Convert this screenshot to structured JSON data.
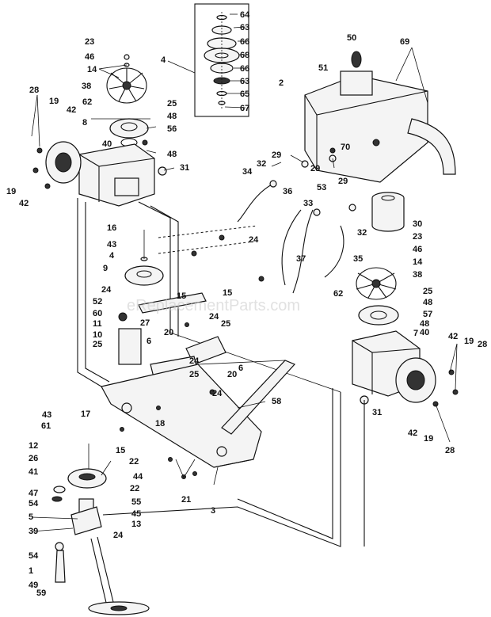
{
  "watermark": "eReplacementParts.com",
  "callouts": [
    {
      "id": "c-64",
      "label": "64"
    },
    {
      "id": "c-63a",
      "label": "63"
    },
    {
      "id": "c-66a",
      "label": "66"
    },
    {
      "id": "c-68",
      "label": "68"
    },
    {
      "id": "c-66b",
      "label": "66"
    },
    {
      "id": "c-63b",
      "label": "63"
    },
    {
      "id": "c-65",
      "label": "65"
    },
    {
      "id": "c-67",
      "label": "67"
    },
    {
      "id": "c-4a",
      "label": "4"
    },
    {
      "id": "c-23a",
      "label": "23"
    },
    {
      "id": "c-46a",
      "label": "46"
    },
    {
      "id": "c-14a",
      "label": "14"
    },
    {
      "id": "c-38a",
      "label": "38"
    },
    {
      "id": "c-28a",
      "label": "28"
    },
    {
      "id": "c-19a",
      "label": "19"
    },
    {
      "id": "c-42a",
      "label": "42"
    },
    {
      "id": "c-62a",
      "label": "62"
    },
    {
      "id": "c-8",
      "label": "8"
    },
    {
      "id": "c-25a",
      "label": "25"
    },
    {
      "id": "c-48a",
      "label": "48"
    },
    {
      "id": "c-56",
      "label": "56"
    },
    {
      "id": "c-40a",
      "label": "40"
    },
    {
      "id": "c-48b",
      "label": "48"
    },
    {
      "id": "c-31a",
      "label": "31"
    },
    {
      "id": "c-19b",
      "label": "19"
    },
    {
      "id": "c-42b",
      "label": "42"
    },
    {
      "id": "c-50",
      "label": "50"
    },
    {
      "id": "c-69",
      "label": "69"
    },
    {
      "id": "c-51",
      "label": "51"
    },
    {
      "id": "c-2",
      "label": "2"
    },
    {
      "id": "c-70",
      "label": "70"
    },
    {
      "id": "c-29a",
      "label": "29"
    },
    {
      "id": "c-32a",
      "label": "32"
    },
    {
      "id": "c-29b",
      "label": "29"
    },
    {
      "id": "c-34",
      "label": "34"
    },
    {
      "id": "c-53",
      "label": "53"
    },
    {
      "id": "c-29c",
      "label": "29"
    },
    {
      "id": "c-36",
      "label": "36"
    },
    {
      "id": "c-33",
      "label": "33"
    },
    {
      "id": "c-30",
      "label": "30"
    },
    {
      "id": "c-32b",
      "label": "32"
    },
    {
      "id": "c-23b",
      "label": "23"
    },
    {
      "id": "c-46b",
      "label": "46"
    },
    {
      "id": "c-14b",
      "label": "14"
    },
    {
      "id": "c-38b",
      "label": "38"
    },
    {
      "id": "c-16",
      "label": "16"
    },
    {
      "id": "c-43a",
      "label": "43"
    },
    {
      "id": "c-4b",
      "label": "4"
    },
    {
      "id": "c-9",
      "label": "9"
    },
    {
      "id": "c-24a",
      "label": "24"
    },
    {
      "id": "c-37",
      "label": "37"
    },
    {
      "id": "c-35",
      "label": "35"
    },
    {
      "id": "c-15a",
      "label": "15"
    },
    {
      "id": "c-15b",
      "label": "15"
    },
    {
      "id": "c-24b",
      "label": "24"
    },
    {
      "id": "c-52",
      "label": "52"
    },
    {
      "id": "c-60",
      "label": "60"
    },
    {
      "id": "c-11",
      "label": "11"
    },
    {
      "id": "c-27",
      "label": "27"
    },
    {
      "id": "c-10",
      "label": "10"
    },
    {
      "id": "c-25b",
      "label": "25"
    },
    {
      "id": "c-20a",
      "label": "20"
    },
    {
      "id": "c-24c",
      "label": "24"
    },
    {
      "id": "c-25c",
      "label": "25"
    },
    {
      "id": "c-6a",
      "label": "6"
    },
    {
      "id": "c-62b",
      "label": "62"
    },
    {
      "id": "c-25d",
      "label": "25"
    },
    {
      "id": "c-48c",
      "label": "48"
    },
    {
      "id": "c-57",
      "label": "57"
    },
    {
      "id": "c-48d",
      "label": "48"
    },
    {
      "id": "c-40b",
      "label": "40"
    },
    {
      "id": "c-7",
      "label": "7"
    },
    {
      "id": "c-42c",
      "label": "42"
    },
    {
      "id": "c-19c",
      "label": "19"
    },
    {
      "id": "c-28b",
      "label": "28"
    },
    {
      "id": "c-6b",
      "label": "6"
    },
    {
      "id": "c-20b",
      "label": "20"
    },
    {
      "id": "c-25e",
      "label": "25"
    },
    {
      "id": "c-24d",
      "label": "24"
    },
    {
      "id": "c-24e",
      "label": "24"
    },
    {
      "id": "c-18",
      "label": "18"
    },
    {
      "id": "c-58",
      "label": "58"
    },
    {
      "id": "c-31b",
      "label": "31"
    },
    {
      "id": "c-42d",
      "label": "42"
    },
    {
      "id": "c-19d",
      "label": "19"
    },
    {
      "id": "c-28c",
      "label": "28"
    },
    {
      "id": "c-15c",
      "label": "15"
    },
    {
      "id": "c-43b",
      "label": "43"
    },
    {
      "id": "c-17",
      "label": "17"
    },
    {
      "id": "c-61",
      "label": "61"
    },
    {
      "id": "c-12",
      "label": "12"
    },
    {
      "id": "c-26",
      "label": "26"
    },
    {
      "id": "c-41",
      "label": "41"
    },
    {
      "id": "c-22a",
      "label": "22"
    },
    {
      "id": "c-44",
      "label": "44"
    },
    {
      "id": "c-47",
      "label": "47"
    },
    {
      "id": "c-54a",
      "label": "54"
    },
    {
      "id": "c-22b",
      "label": "22"
    },
    {
      "id": "c-55",
      "label": "55"
    },
    {
      "id": "c-5",
      "label": "5"
    },
    {
      "id": "c-45",
      "label": "45"
    },
    {
      "id": "c-13",
      "label": "13"
    },
    {
      "id": "c-39",
      "label": "39"
    },
    {
      "id": "c-24f",
      "label": "24"
    },
    {
      "id": "c-21",
      "label": "21"
    },
    {
      "id": "c-3",
      "label": "3"
    },
    {
      "id": "c-54b",
      "label": "54"
    },
    {
      "id": "c-1",
      "label": "1"
    },
    {
      "id": "c-49",
      "label": "49"
    },
    {
      "id": "c-59",
      "label": "59"
    }
  ]
}
